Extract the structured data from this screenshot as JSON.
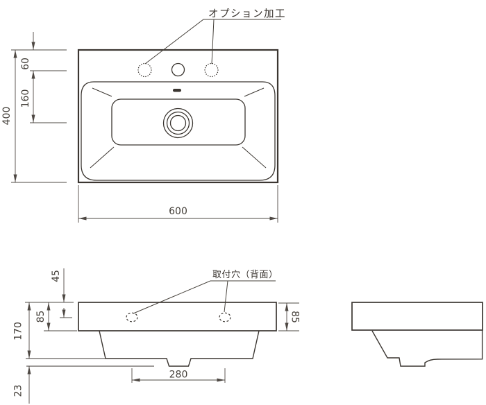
{
  "labels": {
    "option_machining": "オプション加工",
    "mounting_holes": "取付穴（背面）"
  },
  "top_view": {
    "width": "600",
    "depth": "400",
    "hole_offset": "60",
    "drain_offset": "160"
  },
  "front_view": {
    "hole_from_top": "45",
    "apron_height": "85",
    "overall_height": "170",
    "drain_projection": "23",
    "hole_pitch": "280",
    "apron_height_right": "85"
  },
  "colors": {
    "outline": "#3b3631",
    "dimension": "#4e4843"
  }
}
